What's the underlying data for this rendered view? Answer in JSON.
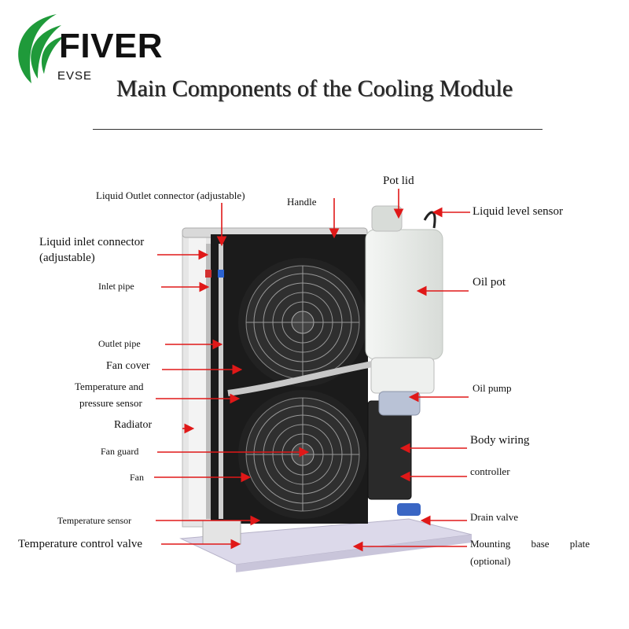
{
  "logo": {
    "word": "FIVER",
    "sub": "EVSE"
  },
  "title": "Main Components of the Cooling Module",
  "labels": {
    "pot_lid": "Pot lid",
    "liquid_outlet": "Liquid Outlet connector (adjustable)",
    "handle": "Handle",
    "liquid_level_sensor": "Liquid level sensor",
    "liquid_inlet_1": "Liquid inlet connector",
    "liquid_inlet_2": "(adjustable)",
    "inlet_pipe": "Inlet pipe",
    "oil_pot": "Oil pot",
    "outlet_pipe": "Outlet pipe",
    "fan_cover": "Fan cover",
    "temp_pressure_1": "Temperature and",
    "temp_pressure_2": "pressure sensor",
    "oil_pump": "Oil pump",
    "radiator": "Radiator",
    "body_wiring": "Body wiring",
    "fan_guard": "Fan guard",
    "controller": "controller",
    "fan": "Fan",
    "drain_valve": "Drain valve",
    "temperature_sensor": "Temperature sensor",
    "temperature_control_valve": "Temperature control valve",
    "mounting_w1": "Mounting",
    "mounting_w2": "base",
    "mounting_w3": "plate",
    "mounting_2": "(optional)"
  },
  "colors": {
    "arrow": "#e01818",
    "logo_green": "#1f9a3a",
    "fan_frame": "#222222",
    "pot": "#e9ece9"
  }
}
